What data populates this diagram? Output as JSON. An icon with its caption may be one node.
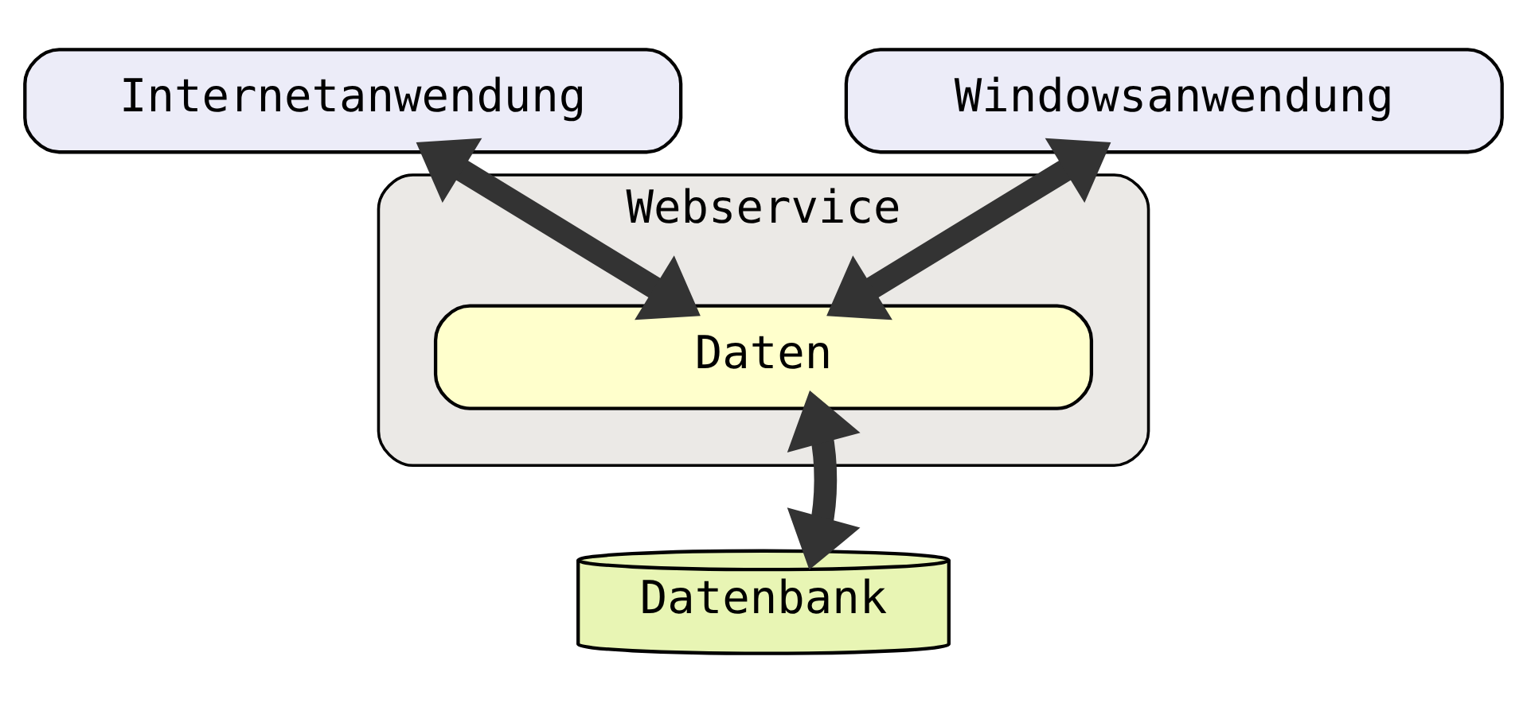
{
  "diagram": {
    "nodes": [
      {
        "text": [
          "Internetanwendung"
        ]
      },
      {
        "text": [
          "Windowsanwendung"
        ]
      },
      {
        "text": [
          "Webservice"
        ]
      },
      {
        "text": [
          "Daten"
        ],
        "in": 2
      },
      {
        "text": [
          "Datenbank"
        ]
      }
    ],
    "edges": [
      {
        "from": 0,
        "to": 3,
        "arrow": "both"
      },
      {
        "from": 1,
        "to": 3,
        "arrow": "both"
      },
      {
        "from": 4,
        "to": 3,
        "arrow": "both"
      }
    ]
  }
}
